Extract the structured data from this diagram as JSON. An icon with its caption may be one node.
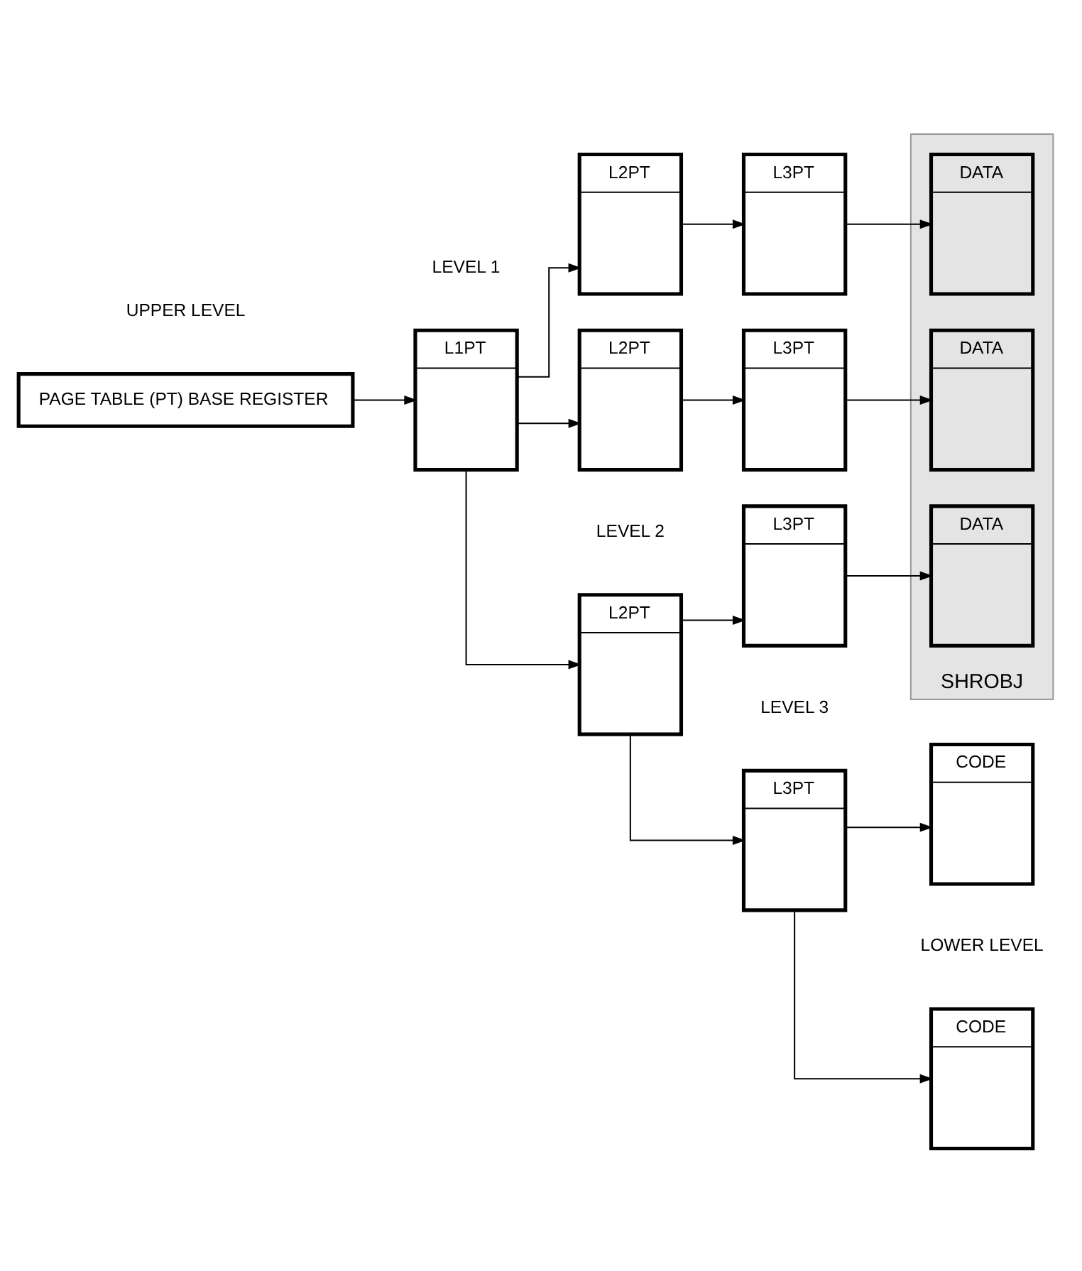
{
  "diagram": {
    "nodes": [
      {
        "text": [
          "PAGE TABLE (PT) BASE REGISTER"
        ]
      },
      {
        "text": [
          "L1PT"
        ]
      },
      {
        "text": [
          "L2PT"
        ]
      },
      {
        "text": [
          "L3PT"
        ]
      },
      {
        "text": [
          "CODE"
        ]
      },
      {
        "text": [
          "L2PT"
        ]
      },
      {
        "text": [
          "L3PT"
        ]
      },
      {
        "text": [
          "CODE"
        ]
      },
      {
        "text": [
          "L2PT"
        ]
      },
      {
        "text": [
          "L3PT"
        ]
      },
      {
        "text": [
          "SHROBJ"
        ]
      },
      {
        "text": [
          "DATA"
        ],
        "in": 10
      },
      {
        "text": [
          "L3PT"
        ]
      },
      {
        "text": [
          "DATA"
        ],
        "in": 10
      },
      {
        "text": [
          "DATA"
        ],
        "in": 10
      }
    ],
    "edges": [
      {
        "from": 0,
        "to": 1,
        "arrow": "to"
      },
      {
        "from": 1,
        "to": 2,
        "arrow": "to"
      },
      {
        "from": 1,
        "to": 5,
        "arrow": "to"
      },
      {
        "from": 1,
        "to": 8,
        "arrow": "to"
      },
      {
        "from": 2,
        "to": 3,
        "arrow": "to"
      },
      {
        "from": 2,
        "to": 6,
        "arrow": "to"
      },
      {
        "from": 5,
        "to": 9,
        "arrow": "to"
      },
      {
        "from": 8,
        "to": 12,
        "arrow": "to"
      },
      {
        "from": 3,
        "to": 4,
        "arrow": "to"
      },
      {
        "from": 3,
        "to": 7,
        "arrow": "to"
      },
      {
        "from": 6,
        "to": 11,
        "arrow": "to"
      },
      {
        "from": 9,
        "to": 13,
        "arrow": "to"
      },
      {
        "from": 12,
        "to": 14,
        "arrow": "to"
      }
    ],
    "labels": [
      "UPPER LEVEL",
      "LOWER LEVEL",
      "LEVEL 1",
      "LEVEL 2",
      "LEVEL 3"
    ]
  }
}
